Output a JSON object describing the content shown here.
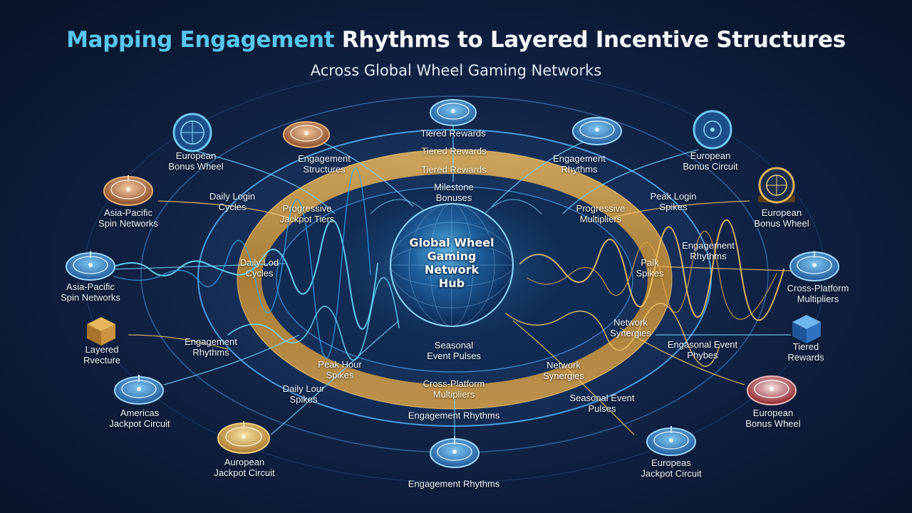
{
  "title": {
    "accent": "Mapping Engagement",
    "rest": " Rhythms to Layered Incentive Structures",
    "subtitle": "Across Global Wheel Gaming Networks"
  },
  "hub": {
    "lines": [
      "Global Wheel",
      "Gaming",
      "Network",
      "Hub"
    ]
  },
  "ring_labels": {
    "outer_top": "Tiered Rewards",
    "gold_top": "Tiered Rewards",
    "inner_top": "Tiered Rewards",
    "milestone": [
      "Milestone",
      "Bonuses"
    ],
    "seasonal": [
      "Seasonal",
      "Event Pulses"
    ],
    "cross_platform_bottom": [
      "Cross-Platform",
      "Multipliers"
    ],
    "engagement_bottom": "Engagement Rhythms",
    "engagement_bottom_outer": "Engagement Rhythms"
  },
  "inner_labels": {
    "engagement_structures": [
      "Engagement",
      "Structures"
    ],
    "engagement_rhythms_top": [
      "Engagement",
      "Rhythms"
    ],
    "daily_login": [
      "Daily Login",
      "Cycles"
    ],
    "progressive_jackpot": [
      "Progressive",
      "Jackpot Tiers"
    ],
    "progressive_multipliers": [
      "Progressive",
      "Multipliers"
    ],
    "peak_login": [
      "Peak Login",
      "Spikes"
    ],
    "daily_lod": [
      "Daily Lod",
      "Cycles"
    ],
    "palk_spikes": [
      "Palk",
      "Spikes"
    ],
    "engagement_rhythms_right": [
      "Engagement",
      "Rhythms"
    ],
    "network_synergies_right": [
      "Network",
      "Synergies"
    ],
    "engasonal_event": [
      "Engasonal Event",
      "Phybes"
    ],
    "engagement_rhythms_left": [
      "Engagement",
      "Rhythms"
    ],
    "peak_hour": [
      "Peak Hour",
      "Spikes"
    ],
    "network_synergies_bottom": [
      "Network",
      "Synergies"
    ],
    "daily_lour": [
      "Daily Lour",
      "Spikes"
    ],
    "seasonal_event_pulses": [
      "Seasonal Event",
      "Pulses"
    ]
  },
  "nodes": [
    {
      "id": "n1",
      "label": [
        "European",
        "Bonus Wheel"
      ],
      "style": "blue-dial"
    },
    {
      "id": "n2",
      "label": [
        "Asia-Pacific",
        "Spin Networks"
      ],
      "style": "bronze-wheel"
    },
    {
      "id": "n3",
      "label": [
        "Asia-Pacific",
        "Spin Networks"
      ],
      "style": "blue-wheel"
    },
    {
      "id": "n4",
      "label": [
        "Layered",
        "Rvecture"
      ],
      "style": "gold-cube"
    },
    {
      "id": "n5",
      "label": [
        "Americas",
        "Jackpot Circuit"
      ],
      "style": "blue-wheel"
    },
    {
      "id": "n6",
      "label": [
        "Auropean",
        "Jackpot Circuit"
      ],
      "style": "gold-wheel"
    },
    {
      "id": "n7",
      "label": [],
      "style": "bronze-wheel"
    },
    {
      "id": "n8",
      "label": [],
      "style": "blue-wheel"
    },
    {
      "id": "n9",
      "label": [],
      "style": "blue-wheel"
    },
    {
      "id": "n10",
      "label": [
        "European",
        "Bonus Circuit"
      ],
      "style": "blue-dial"
    },
    {
      "id": "n11",
      "label": [
        "European",
        "Bonus Wheel"
      ],
      "style": "gold-dial"
    },
    {
      "id": "n12",
      "label": [
        "Cross-Platform",
        "Multipliers"
      ],
      "style": "blue-wheel"
    },
    {
      "id": "n13",
      "label": [
        "Tiered",
        "Rewards"
      ],
      "style": "blue-cube"
    },
    {
      "id": "n14",
      "label": [
        "European",
        "Bonus Wheel"
      ],
      "style": "red-wheel"
    },
    {
      "id": "n15",
      "label": [
        "Europeas",
        "Jackpot Circuit"
      ],
      "style": "blue-wheel"
    },
    {
      "id": "n16",
      "label": [],
      "style": "blue-wheel"
    }
  ],
  "colors": {
    "background": "#0c1a36",
    "title_accent": "#58c7ee",
    "gold_ring": "#c79a4a",
    "blue_ring": "#3d8fd0",
    "glow": "#5fd0ff",
    "gold_wave": "#f4c46a"
  }
}
